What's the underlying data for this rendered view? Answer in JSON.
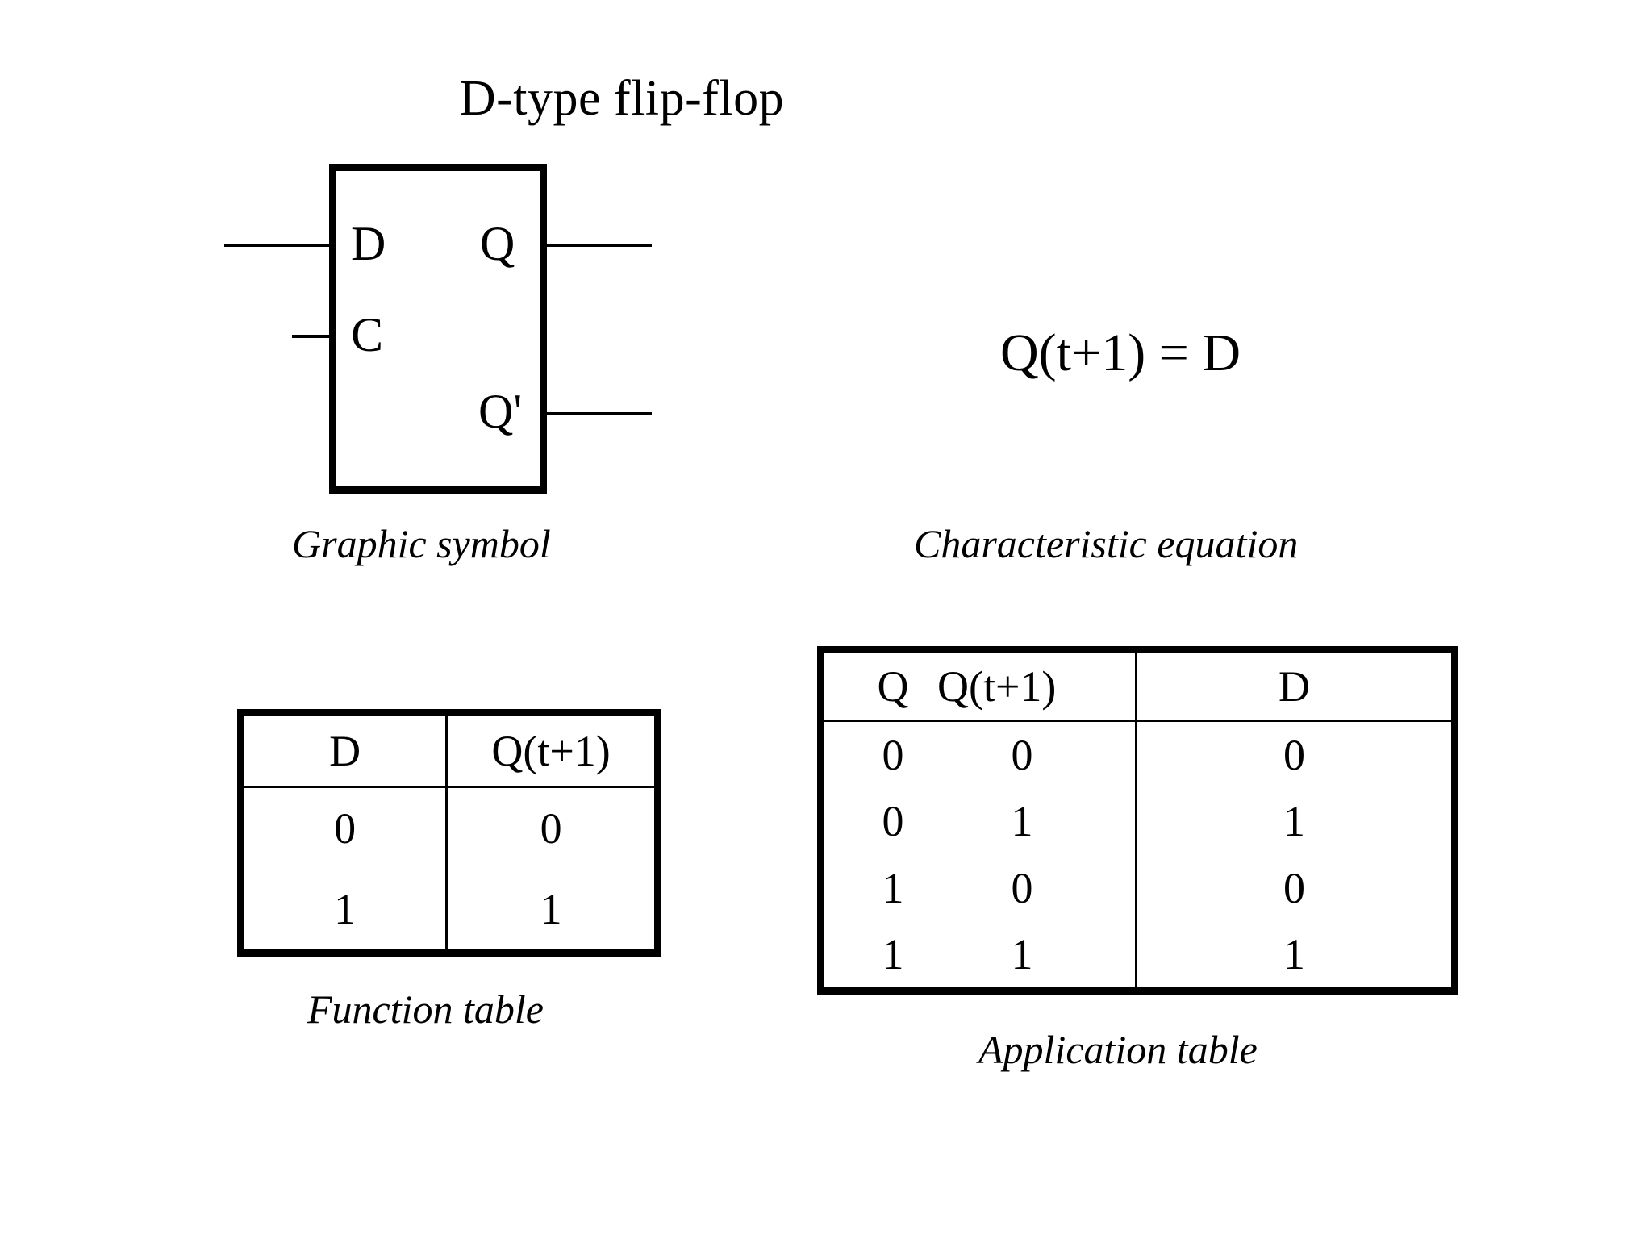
{
  "title": "D-type flip-flop",
  "graphic_symbol": {
    "caption": "Graphic symbol",
    "pins": {
      "data_input": "D",
      "clock_input": "C",
      "output": "Q",
      "inverted_output": "Q'"
    }
  },
  "characteristic": {
    "equation": "Q(t+1) = D",
    "caption": "Characteristic equation"
  },
  "function_table": {
    "caption": "Function table",
    "headers": [
      "D",
      "Q(t+1)"
    ],
    "rows": [
      [
        "0",
        "0"
      ],
      [
        "1",
        "1"
      ]
    ]
  },
  "application_table": {
    "caption": "Application table",
    "headers": [
      "Q",
      "Q(t+1)",
      "D"
    ],
    "rows": [
      [
        "0",
        "0",
        "0"
      ],
      [
        "0",
        "1",
        "1"
      ],
      [
        "1",
        "0",
        "0"
      ],
      [
        "1",
        "1",
        "1"
      ]
    ]
  },
  "colors": {
    "ink": "#000000",
    "paper": "#ffffff"
  }
}
